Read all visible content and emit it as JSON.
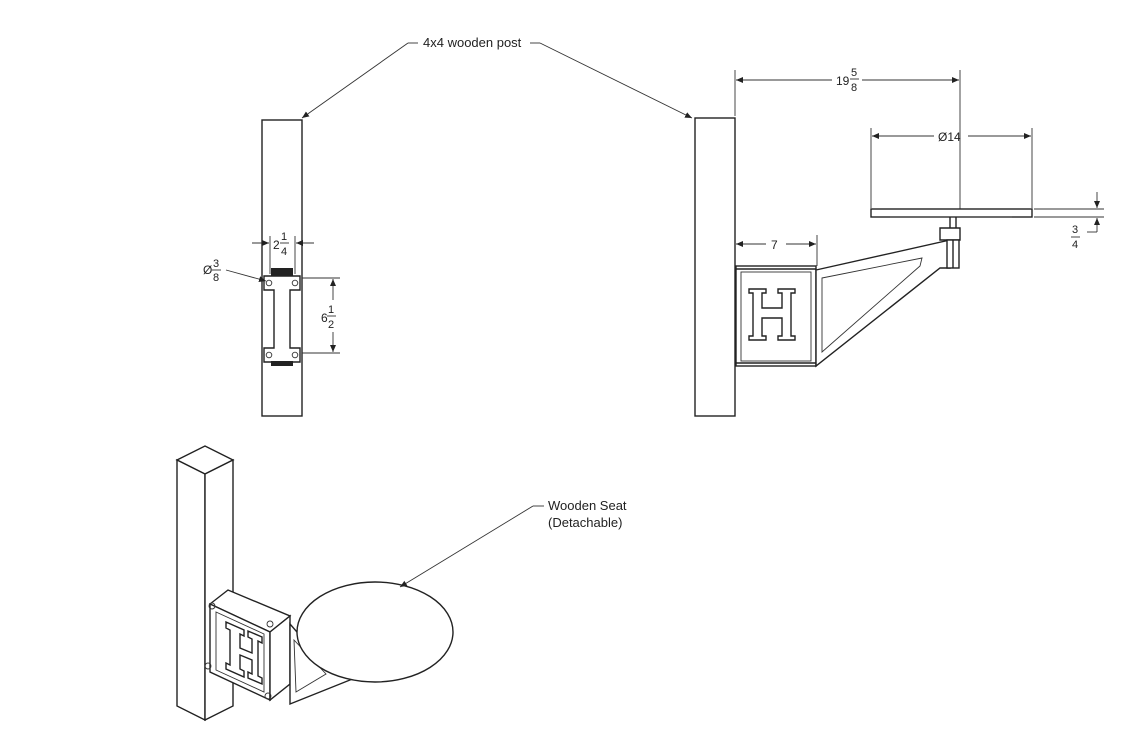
{
  "labels": {
    "post": "4x4 wooden post",
    "seat_line1": "Wooden Seat",
    "seat_line2": "(Detachable)"
  },
  "dimensions": {
    "hole_spacing_whole": "2",
    "hole_spacing_num": "1",
    "hole_spacing_den": "4",
    "hole_dia_prefix": "Ø",
    "hole_dia_num": "3",
    "hole_dia_den": "8",
    "height_whole": "6",
    "height_num": "1",
    "height_den": "2",
    "reach_whole": "19",
    "reach_num": "5",
    "reach_den": "8",
    "seat_dia": "Ø14",
    "arm_len": "7",
    "seat_thk_num": "3",
    "seat_thk_den": "4"
  },
  "colors": {
    "line": "#222222",
    "background": "#ffffff"
  }
}
